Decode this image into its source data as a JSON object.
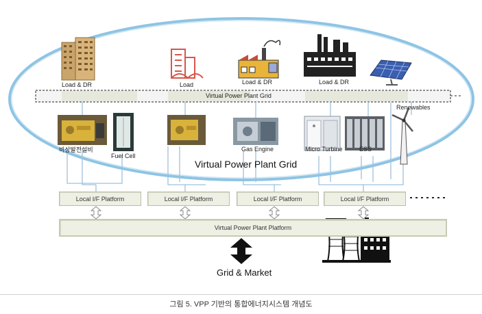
{
  "labels": {
    "load_dr_1": "Load & DR",
    "load": "Load",
    "load_dr_2": "Load & DR",
    "load_dr_3": "Load & DR",
    "vpp_grid_bar": "Virtual Power Plant Grid",
    "renewables": "Renewables",
    "emergency_gen": "비상발전설비",
    "fuel_cell": "Fuel Cell",
    "gas_engine": "Gas Engine",
    "micro_turbine": "Micro Turbine",
    "ess": "ESS",
    "vpp_grid_big": "Virtual Power Plant Grid",
    "vpp_platform": "Virtual Power Plant Platform",
    "grid_market": "Grid & Market"
  },
  "local_platforms": [
    "Local I/F Platform",
    "Local I/F Platform",
    "Local I/F Platform",
    "Local I/F Platform"
  ],
  "caption": "그림 5. VPP 기반의 통합에너지시스템 개념도",
  "colors": {
    "ellipse": "#8ec4e4",
    "connector": "#9fc0dc",
    "box_fill": "#eef0e4",
    "box_border": "#b9bca8"
  },
  "icons": {
    "apartment": "apartment-building-icon",
    "load_building": "load-building-icon",
    "factory_color": "factory-icon",
    "factory_bw": "industrial-plant-icon",
    "solar": "solar-panel-icon",
    "generator": "generator-icon",
    "fuel_cell": "fuel-cell-icon",
    "gas_engine": "gas-engine-icon",
    "micro_turbine": "micro-turbine-icon",
    "ess": "battery-storage-icon",
    "wind": "wind-turbine-icon",
    "power_plant": "power-plant-icon",
    "updown_arrow": "bidirectional-arrow-icon"
  }
}
